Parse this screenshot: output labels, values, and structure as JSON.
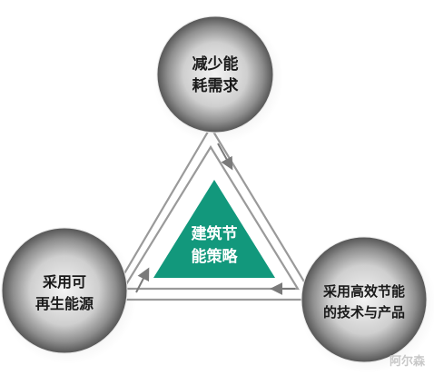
{
  "diagram": {
    "center_line1": "建筑节",
    "center_line2": "能策略",
    "nodes": [
      {
        "line1": "减少能",
        "line2": "耗需求"
      },
      {
        "line1": "采用高效节能",
        "line2": "的技术与产品"
      },
      {
        "line1": "采用可",
        "line2": "再生能源"
      }
    ],
    "watermark": "阿尔森",
    "colors": {
      "center_fill": "#12987c",
      "frame_stroke": "#9a9a9a",
      "sphere_light": "#f2f2f2",
      "sphere_dark": "#5a5a5a"
    }
  }
}
